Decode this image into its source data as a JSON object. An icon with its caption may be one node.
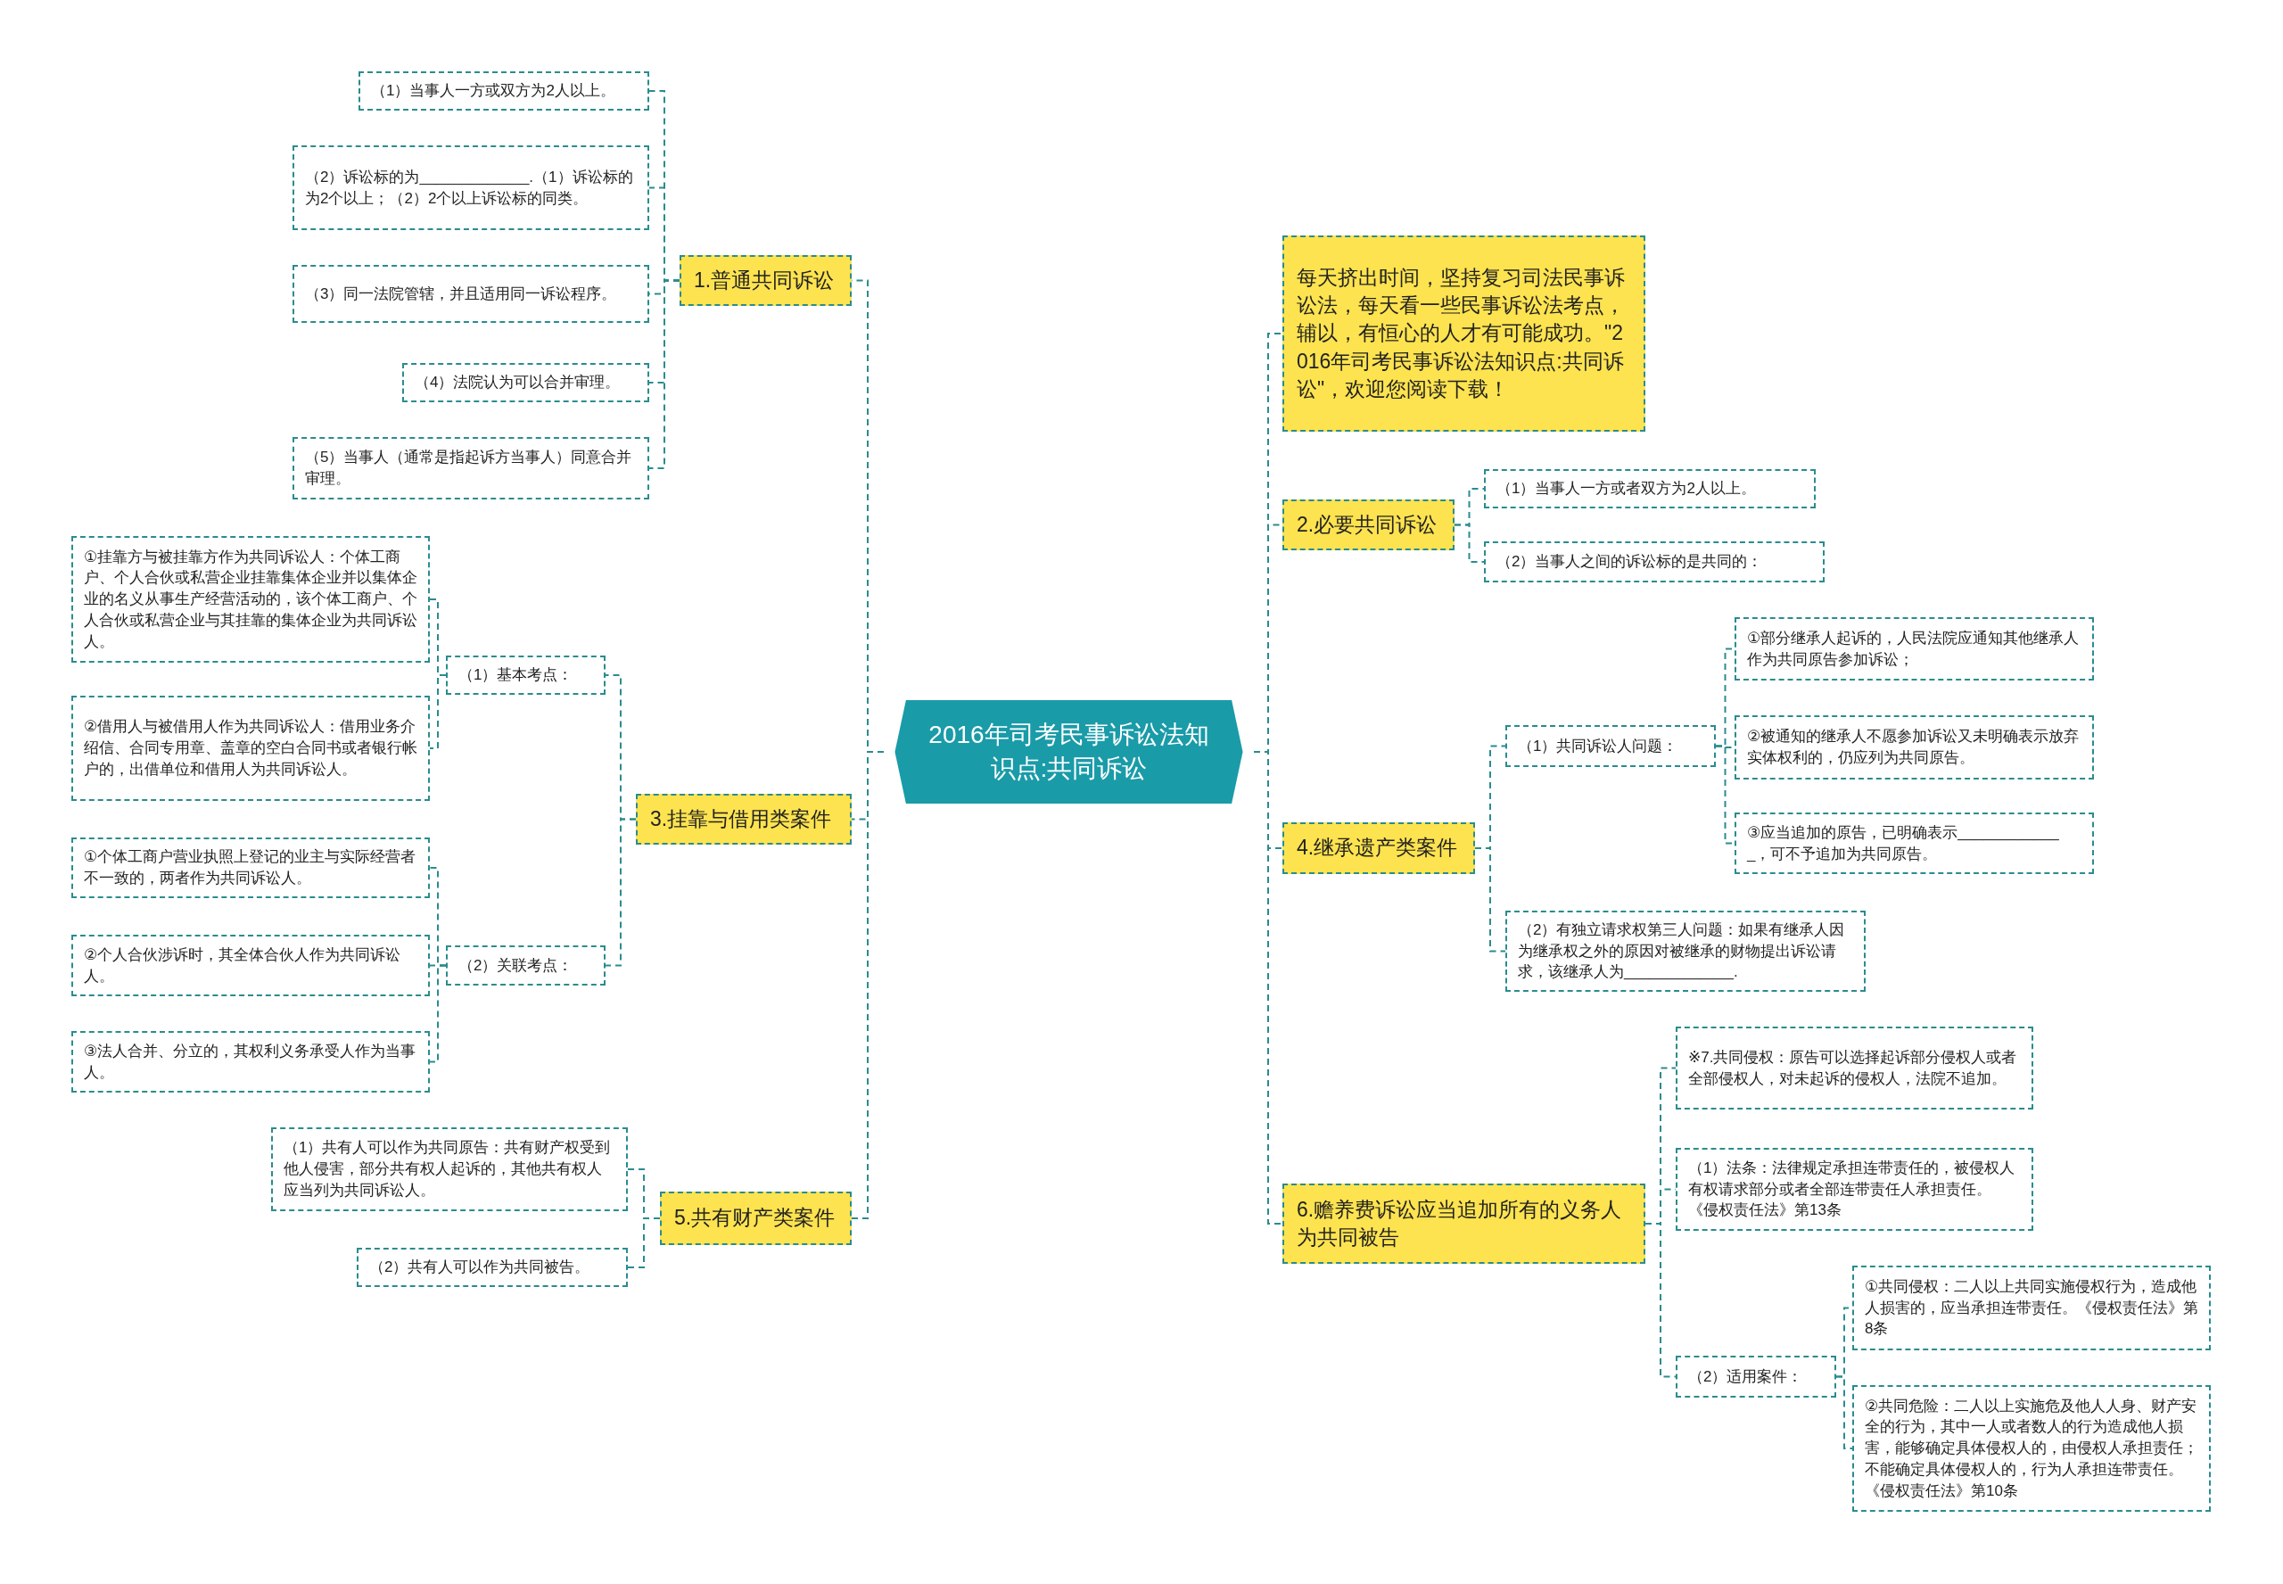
{
  "diagram": {
    "nodes": [
      {
        "text": [
          "2016年司考民事诉讼法知识点:共同诉讼"
        ]
      },
      {
        "text": [
          "1.普通共同诉讼"
        ]
      },
      {
        "text": [
          "（1）当事人一方或双方为2人以上。"
        ]
      },
      {
        "text": [
          "（2）诉讼标的为_____________.（1）诉讼标的为2个以上；（2）2个以上诉讼标的同类。"
        ]
      },
      {
        "text": [
          "（3）同一法院管辖，并且适用同一诉讼程序。"
        ]
      },
      {
        "text": [
          "（4）法院认为可以合并审理。"
        ]
      },
      {
        "text": [
          "（5）当事人（通常是指起诉方当事人）同意合并审理。"
        ]
      },
      {
        "text": [
          "3.挂靠与借用类案件"
        ]
      },
      {
        "text": [
          "（1）基本考点："
        ]
      },
      {
        "text": [
          "①挂靠方与被挂靠方作为共同诉讼人：个体工商户、个人合伙或私营企业挂靠集体企业并以集体企业的名义从事生产经营活动的，该个体工商户、个人合伙或私营企业与其挂靠的集体企业为共同诉讼人。"
        ]
      },
      {
        "text": [
          "②借用人与被借用人作为共同诉讼人：借用业务介绍信、合同专用章、盖章的空白合同书或者银行帐户的，出借单位和借用人为共同诉讼人。"
        ]
      },
      {
        "text": [
          "（2）关联考点："
        ]
      },
      {
        "text": [
          "①个体工商户营业执照上登记的业主与实际经营者不一致的，两者作为共同诉讼人。"
        ]
      },
      {
        "text": [
          "②个人合伙涉诉时，其全体合伙人作为共同诉讼人。"
        ]
      },
      {
        "text": [
          "③法人合并、分立的，其权利义务承受人作为当事人。"
        ]
      },
      {
        "text": [
          "5.共有财产类案件"
        ]
      },
      {
        "text": [
          "（1）共有人可以作为共同原告：共有财产权受到他人侵害，部分共有权人起诉的，其他共有权人应当列为共同诉讼人。"
        ]
      },
      {
        "text": [
          "（2）共有人可以作为共同被告。"
        ]
      },
      {
        "text": [
          "每天挤出时间，坚持复习司法民事诉讼法，每天看一些民事诉讼法考点，辅以，有恒心的人才有可能成功。\"2016年司考民事诉讼法知识点:共同诉讼\"，欢迎您阅读下载！"
        ]
      },
      {
        "text": [
          "2.必要共同诉讼"
        ]
      },
      {
        "text": [
          "（1）当事人一方或者双方为2人以上。"
        ]
      },
      {
        "text": [
          "（2）当事人之间的诉讼标的是共同的："
        ]
      },
      {
        "text": [
          "4.继承遗产类案件"
        ]
      },
      {
        "text": [
          "（1）共同诉讼人问题："
        ]
      },
      {
        "text": [
          "①部分继承人起诉的，人民法院应通知其他继承人作为共同原告参加诉讼；"
        ]
      },
      {
        "text": [
          "②被通知的继承人不愿参加诉讼又未明确表示放弃实体权利的，仍应列为共同原告。"
        ]
      },
      {
        "text": [
          "③应当追加的原告，已明确表示_____________，可不予追加为共同原告。"
        ]
      },
      {
        "text": [
          "（2）有独立请求权第三人问题：如果有继承人因为继承权之外的原因对被继承的财物提出诉讼请求，该继承人为_____________."
        ]
      },
      {
        "text": [
          "6.赡养费诉讼应当追加所有的义务人为共同被告"
        ]
      },
      {
        "text": [
          "※7.共同侵权：原告可以选择起诉部分侵权人或者全部侵权人，对未起诉的侵权人，法院不追加。"
        ]
      },
      {
        "text": [
          "（1）法条：法律规定承担连带责任的，被侵权人有权请求部分或者全部连带责任人承担责任。《侵权责任法》第13条"
        ]
      },
      {
        "text": [
          "（2）适用案件："
        ]
      },
      {
        "text": [
          "①共同侵权：二人以上共同实施侵权行为，造成他人损害的，应当承担连带责任。《侵权责任法》第8条"
        ]
      },
      {
        "text": [
          "②共同危险：二人以上实施危及他人人身、财产安全的行为，其中一人或者数人的行为造成他人损害，能够确定具体侵权人的，由侵权人承担责任；不能确定具体侵权人的，行为人承担连带责任。《侵权责任法》第10条"
        ]
      }
    ],
    "edges": [
      {
        "from": 0,
        "to": 1,
        "arrow": "none"
      },
      {
        "from": 0,
        "to": 7,
        "arrow": "none"
      },
      {
        "from": 0,
        "to": 15,
        "arrow": "none"
      },
      {
        "from": 0,
        "to": 18,
        "arrow": "none"
      },
      {
        "from": 0,
        "to": 19,
        "arrow": "none"
      },
      {
        "from": 0,
        "to": 22,
        "arrow": "none"
      },
      {
        "from": 0,
        "to": 28,
        "arrow": "none"
      },
      {
        "from": 1,
        "to": 2,
        "arrow": "none"
      },
      {
        "from": 1,
        "to": 3,
        "arrow": "none"
      },
      {
        "from": 1,
        "to": 4,
        "arrow": "none"
      },
      {
        "from": 1,
        "to": 5,
        "arrow": "none"
      },
      {
        "from": 1,
        "to": 6,
        "arrow": "none"
      },
      {
        "from": 7,
        "to": 8,
        "arrow": "none"
      },
      {
        "from": 7,
        "to": 11,
        "arrow": "none"
      },
      {
        "from": 8,
        "to": 9,
        "arrow": "none"
      },
      {
        "from": 8,
        "to": 10,
        "arrow": "none"
      },
      {
        "from": 11,
        "to": 12,
        "arrow": "none"
      },
      {
        "from": 11,
        "to": 13,
        "arrow": "none"
      },
      {
        "from": 11,
        "to": 14,
        "arrow": "none"
      },
      {
        "from": 15,
        "to": 16,
        "arrow": "none"
      },
      {
        "from": 15,
        "to": 17,
        "arrow": "none"
      },
      {
        "from": 19,
        "to": 20,
        "arrow": "none"
      },
      {
        "from": 19,
        "to": 21,
        "arrow": "none"
      },
      {
        "from": 22,
        "to": 23,
        "arrow": "none"
      },
      {
        "from": 22,
        "to": 27,
        "arrow": "none"
      },
      {
        "from": 23,
        "to": 24,
        "arrow": "none"
      },
      {
        "from": 23,
        "to": 25,
        "arrow": "none"
      },
      {
        "from": 23,
        "to": 26,
        "arrow": "none"
      },
      {
        "from": 28,
        "to": 29,
        "arrow": "none"
      },
      {
        "from": 28,
        "to": 30,
        "arrow": "none"
      },
      {
        "from": 28,
        "to": 31,
        "arrow": "none"
      },
      {
        "from": 31,
        "to": 32,
        "arrow": "none"
      },
      {
        "from": 31,
        "to": 33,
        "arrow": "none"
      }
    ]
  }
}
